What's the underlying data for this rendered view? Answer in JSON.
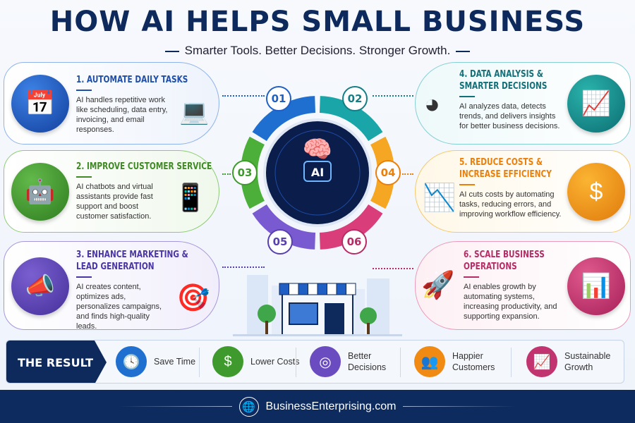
{
  "header": {
    "title": "HOW AI HELPS SMALL BUSINESS",
    "subtitle": "Smarter Tools. Better Decisions. Stronger Growth."
  },
  "center": {
    "label": "AI",
    "numbers": [
      "01",
      "02",
      "03",
      "04",
      "05",
      "06"
    ]
  },
  "cards": [
    {
      "title": "1.  AUTOMATE DAILY TASKS",
      "text": "AI handles repetitive work like scheduling, data entry, invoicing, and email responses.",
      "color": "#1f5fc4",
      "icon": "calendar-clock-icon"
    },
    {
      "title": "2. IMPROVE CUSTOMER SERVICE",
      "text": "AI chatbots and virtual assistants provide fast support and boost customer satisfaction.",
      "color": "#3f9a2e",
      "icon": "chatbot-icon"
    },
    {
      "title": "3. ENHANCE MARKETING & LEAD GENERATION",
      "text": "AI creates content, optimizes ads, personalizes campaigns, and finds high-quality leads.",
      "color": "#5a3fb0",
      "icon": "megaphone-icon"
    },
    {
      "title": "4. DATA ANALYSIS & SMARTER DECISIONS",
      "text": "AI analyzes data, detects trends, and delivers insights for better business decisions.",
      "color": "#137f85",
      "icon": "chart-icon"
    },
    {
      "title": "5. REDUCE COSTS & INCREASE EFFICIENCY",
      "text": "AI cuts costs by automating tasks, reducing errors, and improving workflow efficiency.",
      "color": "#ef8a12",
      "icon": "dollar-down-icon"
    },
    {
      "title": "6. SCALE BUSINESS OPERATIONS",
      "text": "AI enables growth by automating systems, increasing productivity, and supporting expansion.",
      "color": "#c2346f",
      "icon": "growth-icon"
    }
  ],
  "result": {
    "label": "THE RESULT",
    "items": [
      {
        "text": "Save Time",
        "color": "#1f6fd1",
        "icon": "clock-icon"
      },
      {
        "text": "Lower Costs",
        "color": "#3f9a2e",
        "icon": "dollar-icon"
      },
      {
        "text": "Better Decisions",
        "color": "#6a4cc0",
        "icon": "target-icon"
      },
      {
        "text": "Happier Customers",
        "color": "#f08a12",
        "icon": "customers-icon"
      },
      {
        "text": "Sustainable Growth",
        "color": "#c2346f",
        "icon": "growth-icon"
      }
    ]
  },
  "footer": {
    "site": "BusinessEnterprising.com",
    "icon": "globe-icon"
  }
}
